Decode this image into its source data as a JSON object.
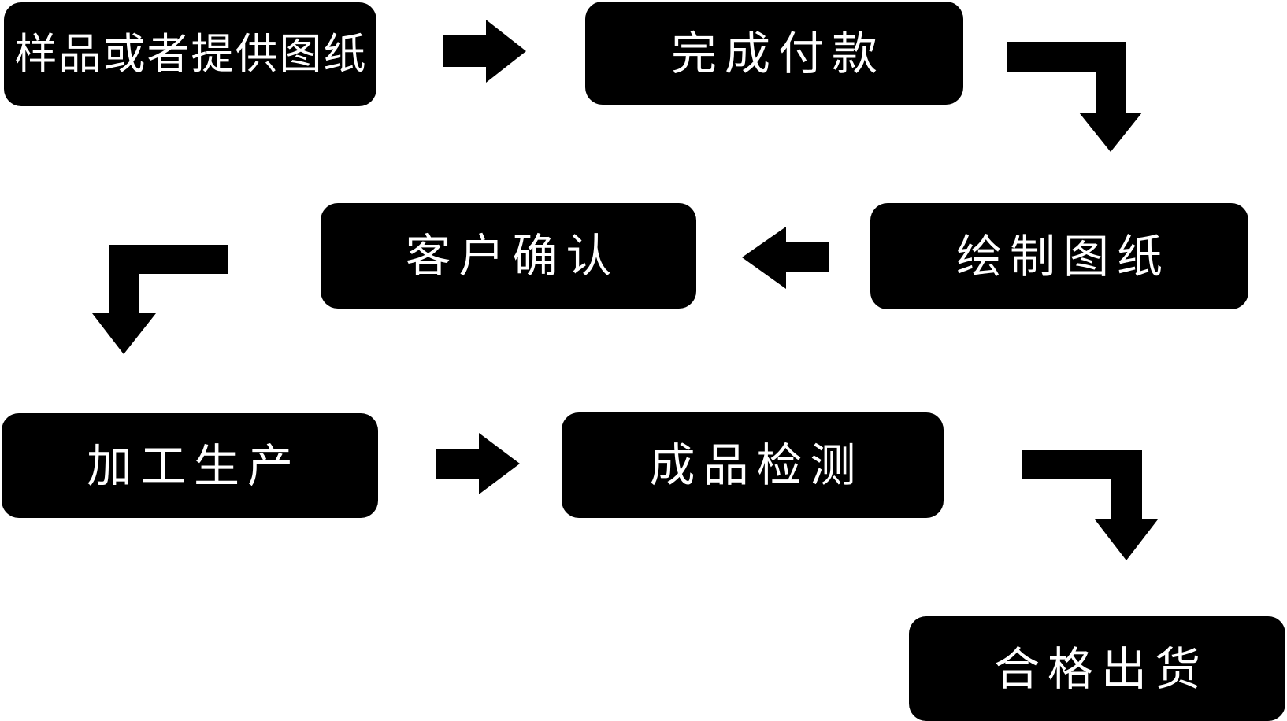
{
  "colors": {
    "background": "#ffffff",
    "node_fill": "#000000",
    "node_text": "#ffffff",
    "arrow": "#000000"
  },
  "diagram": {
    "type": "flowchart",
    "nodes": [
      {
        "id": "step-1",
        "label": "样品或者提供图纸"
      },
      {
        "id": "step-2",
        "label": "完成付款"
      },
      {
        "id": "step-3",
        "label": "绘制图纸"
      },
      {
        "id": "step-4",
        "label": "客户确认"
      },
      {
        "id": "step-5",
        "label": "加工生产"
      },
      {
        "id": "step-6",
        "label": "成品检测"
      },
      {
        "id": "step-7",
        "label": "合格出货"
      }
    ],
    "connections": [
      {
        "from": "step-1",
        "to": "step-2",
        "shape": "straight-right"
      },
      {
        "from": "step-2",
        "to": "step-3",
        "shape": "elbow-right-then-down"
      },
      {
        "from": "step-3",
        "to": "step-4",
        "shape": "straight-left"
      },
      {
        "from": "step-4",
        "to": "step-5",
        "shape": "elbow-left-then-down"
      },
      {
        "from": "step-5",
        "to": "step-6",
        "shape": "straight-right"
      },
      {
        "from": "step-6",
        "to": "step-7",
        "shape": "elbow-right-then-down"
      }
    ]
  }
}
